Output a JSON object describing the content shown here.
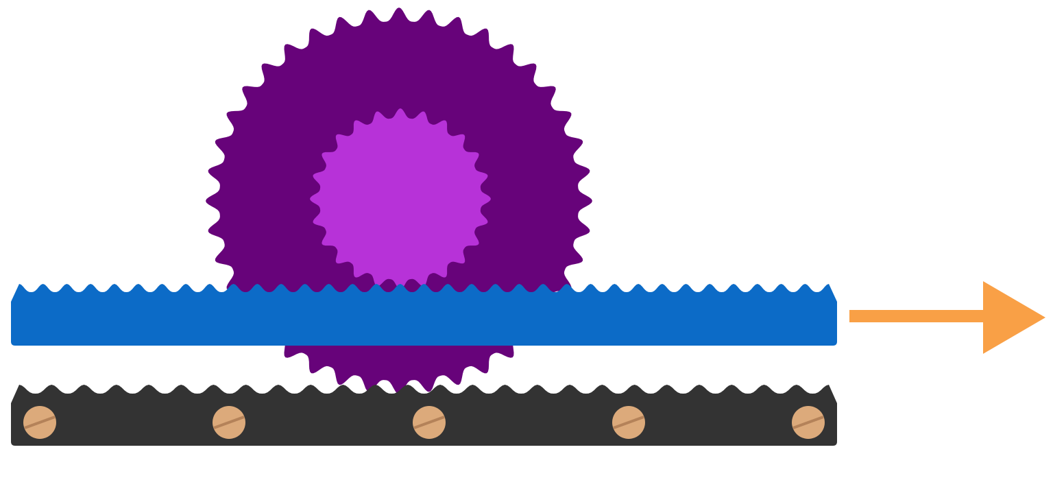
{
  "diagram": {
    "colors": {
      "background": "#ffffff",
      "large_gear": "#67037a",
      "small_gear": "#b732d8",
      "moving_rack": "#0c6bc7",
      "fixed_rack": "#333333",
      "screw_head": "#dcaa7b",
      "screw_slot": "#b48259",
      "arrow": "#f9a046"
    },
    "icons": [
      "gear-icon",
      "gear-icon",
      "rack-icon",
      "rack-icon",
      "screw-icon",
      "arrow-right-icon"
    ],
    "large_gear": {
      "teeth": 40
    },
    "small_gear": {
      "teeth": 24
    },
    "moving_rack": {
      "teeth": 34
    },
    "fixed_rack": {
      "teeth": 25,
      "screw_count": 5
    },
    "arrow": {
      "direction": "right"
    }
  }
}
